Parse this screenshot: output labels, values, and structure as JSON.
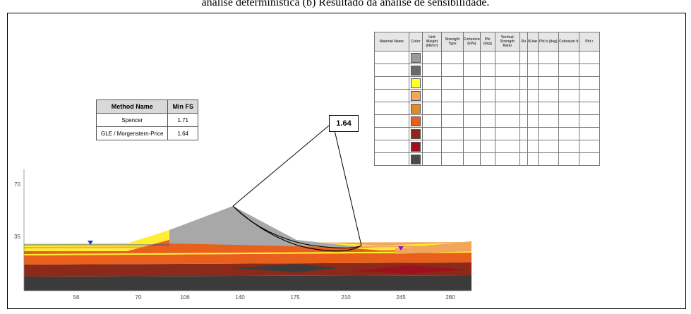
{
  "caption": "análise determinística (b) Resultado da análise de sensibilidade.",
  "fs_table": {
    "headers": [
      "Method Name",
      "Min FS"
    ],
    "rows": [
      {
        "method": "Spencer",
        "fs": "1.71"
      },
      {
        "method": "GLE / Morgenstern-Price",
        "fs": "1.64"
      }
    ]
  },
  "critical_fs": "1.64",
  "materials": {
    "headers": [
      "Material Name",
      "Color",
      "Unit Weight (kN/m³)",
      "Strength Type",
      "Cohesion (kPa)",
      "Phi (deg)",
      "Vertical Strength Ratio",
      "Ru",
      "B-bar",
      "Phi b (deg)",
      "Cohesion b",
      "Phi r"
    ],
    "rows": [
      {
        "color": "#9a9a9a"
      },
      {
        "color": "#6a6a6a"
      },
      {
        "color": "#ffff33"
      },
      {
        "color": "#f2a65a"
      },
      {
        "color": "#e08a2e"
      },
      {
        "color": "#e8601c"
      },
      {
        "color": "#8b2a1a"
      },
      {
        "color": "#9b111e"
      },
      {
        "color": "#4a4a4a"
      }
    ]
  },
  "axis": {
    "x_ticks": [
      "56",
      "70",
      "106",
      "140",
      "175",
      "210",
      "245",
      "280"
    ],
    "y_ticks": [
      "70",
      "35"
    ]
  }
}
